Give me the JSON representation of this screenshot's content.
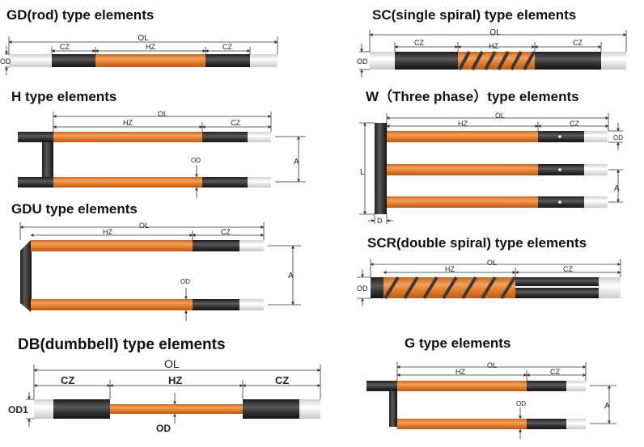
{
  "colors": {
    "hot_zone": "#e07b2a",
    "hot_zone_highlight": "#f3a15c",
    "cold_zone": "#2f2f2f",
    "cold_zone_highlight": "#6a6a6a",
    "tip": "#e6e6e6",
    "dimension_line": "#333333"
  },
  "panels": {
    "gd": {
      "title": "GD(rod) type elements",
      "ol": "OL",
      "cz": "CZ",
      "hz": "HZ",
      "od": "OD"
    },
    "sc": {
      "title": "SC(single spiral) type elements",
      "ol": "OL",
      "cz": "CZ",
      "hz": "HZ",
      "od": "OD"
    },
    "h": {
      "title": "H type elements",
      "ol": "OL",
      "hz": "HZ",
      "cz": "CZ",
      "od": "OD",
      "a": "A"
    },
    "w": {
      "title": "W（Three phase）type elements",
      "hz": "HZ",
      "ol": "OL",
      "cz": "CZ",
      "od": "OD",
      "l": "L",
      "a": "A",
      "d": "D"
    },
    "gdu": {
      "title": "GDU type elements",
      "ol": "OL",
      "hz": "HZ",
      "cz": "CZ",
      "od": "OD",
      "a": "A"
    },
    "scr": {
      "title": "SCR(double spiral) type elements",
      "ol": "OL",
      "hz": "HZ",
      "cz": "CZ",
      "od": "OD"
    },
    "db": {
      "title": "DB(dumbbell) type elements",
      "ol": "OL",
      "cz1": "CZ",
      "hz": "HZ",
      "cz2": "CZ",
      "od1": "OD1",
      "od": "OD"
    },
    "g": {
      "title": "G type elements",
      "hz": "HZ",
      "ol": "OL",
      "cz": "CZ",
      "od": "OD",
      "a": "A"
    }
  }
}
